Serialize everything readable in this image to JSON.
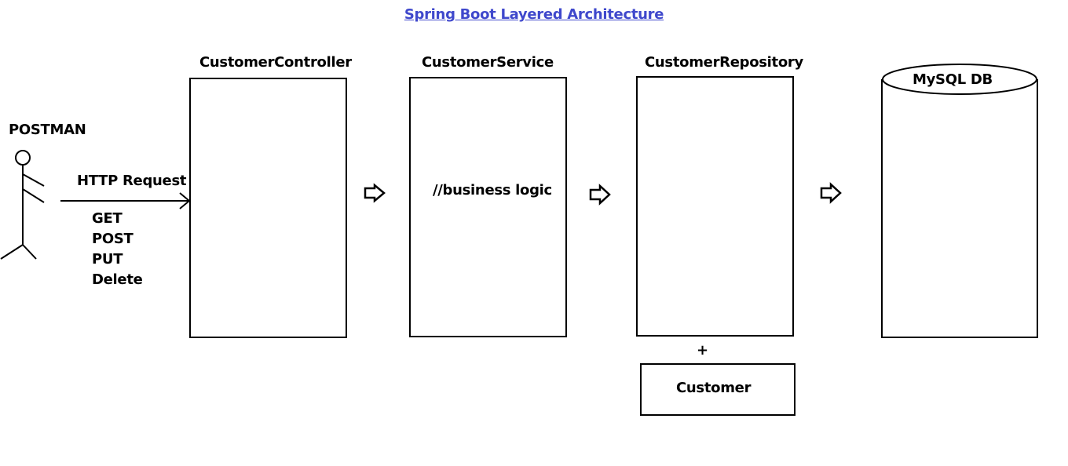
{
  "title": "Spring Boot Layered Architecture",
  "client": {
    "label": "POSTMAN"
  },
  "request": {
    "label": "HTTP Request",
    "methods": [
      "GET",
      "POST",
      "PUT",
      "Delete"
    ]
  },
  "layers": {
    "controller": {
      "label": "CustomerController"
    },
    "service": {
      "label": "CustomerService",
      "content": "//business logic"
    },
    "repository": {
      "label": "CustomerRepository"
    },
    "database": {
      "label": "MySQL DB"
    }
  },
  "entity": {
    "plus": "+",
    "label": "Customer"
  },
  "colors": {
    "title": "#3f48cc",
    "lines": "#000000",
    "background": "#ffffff"
  },
  "icons": {
    "actor": "stick-figure-icon",
    "flow": "hollow-right-arrow-icon"
  }
}
